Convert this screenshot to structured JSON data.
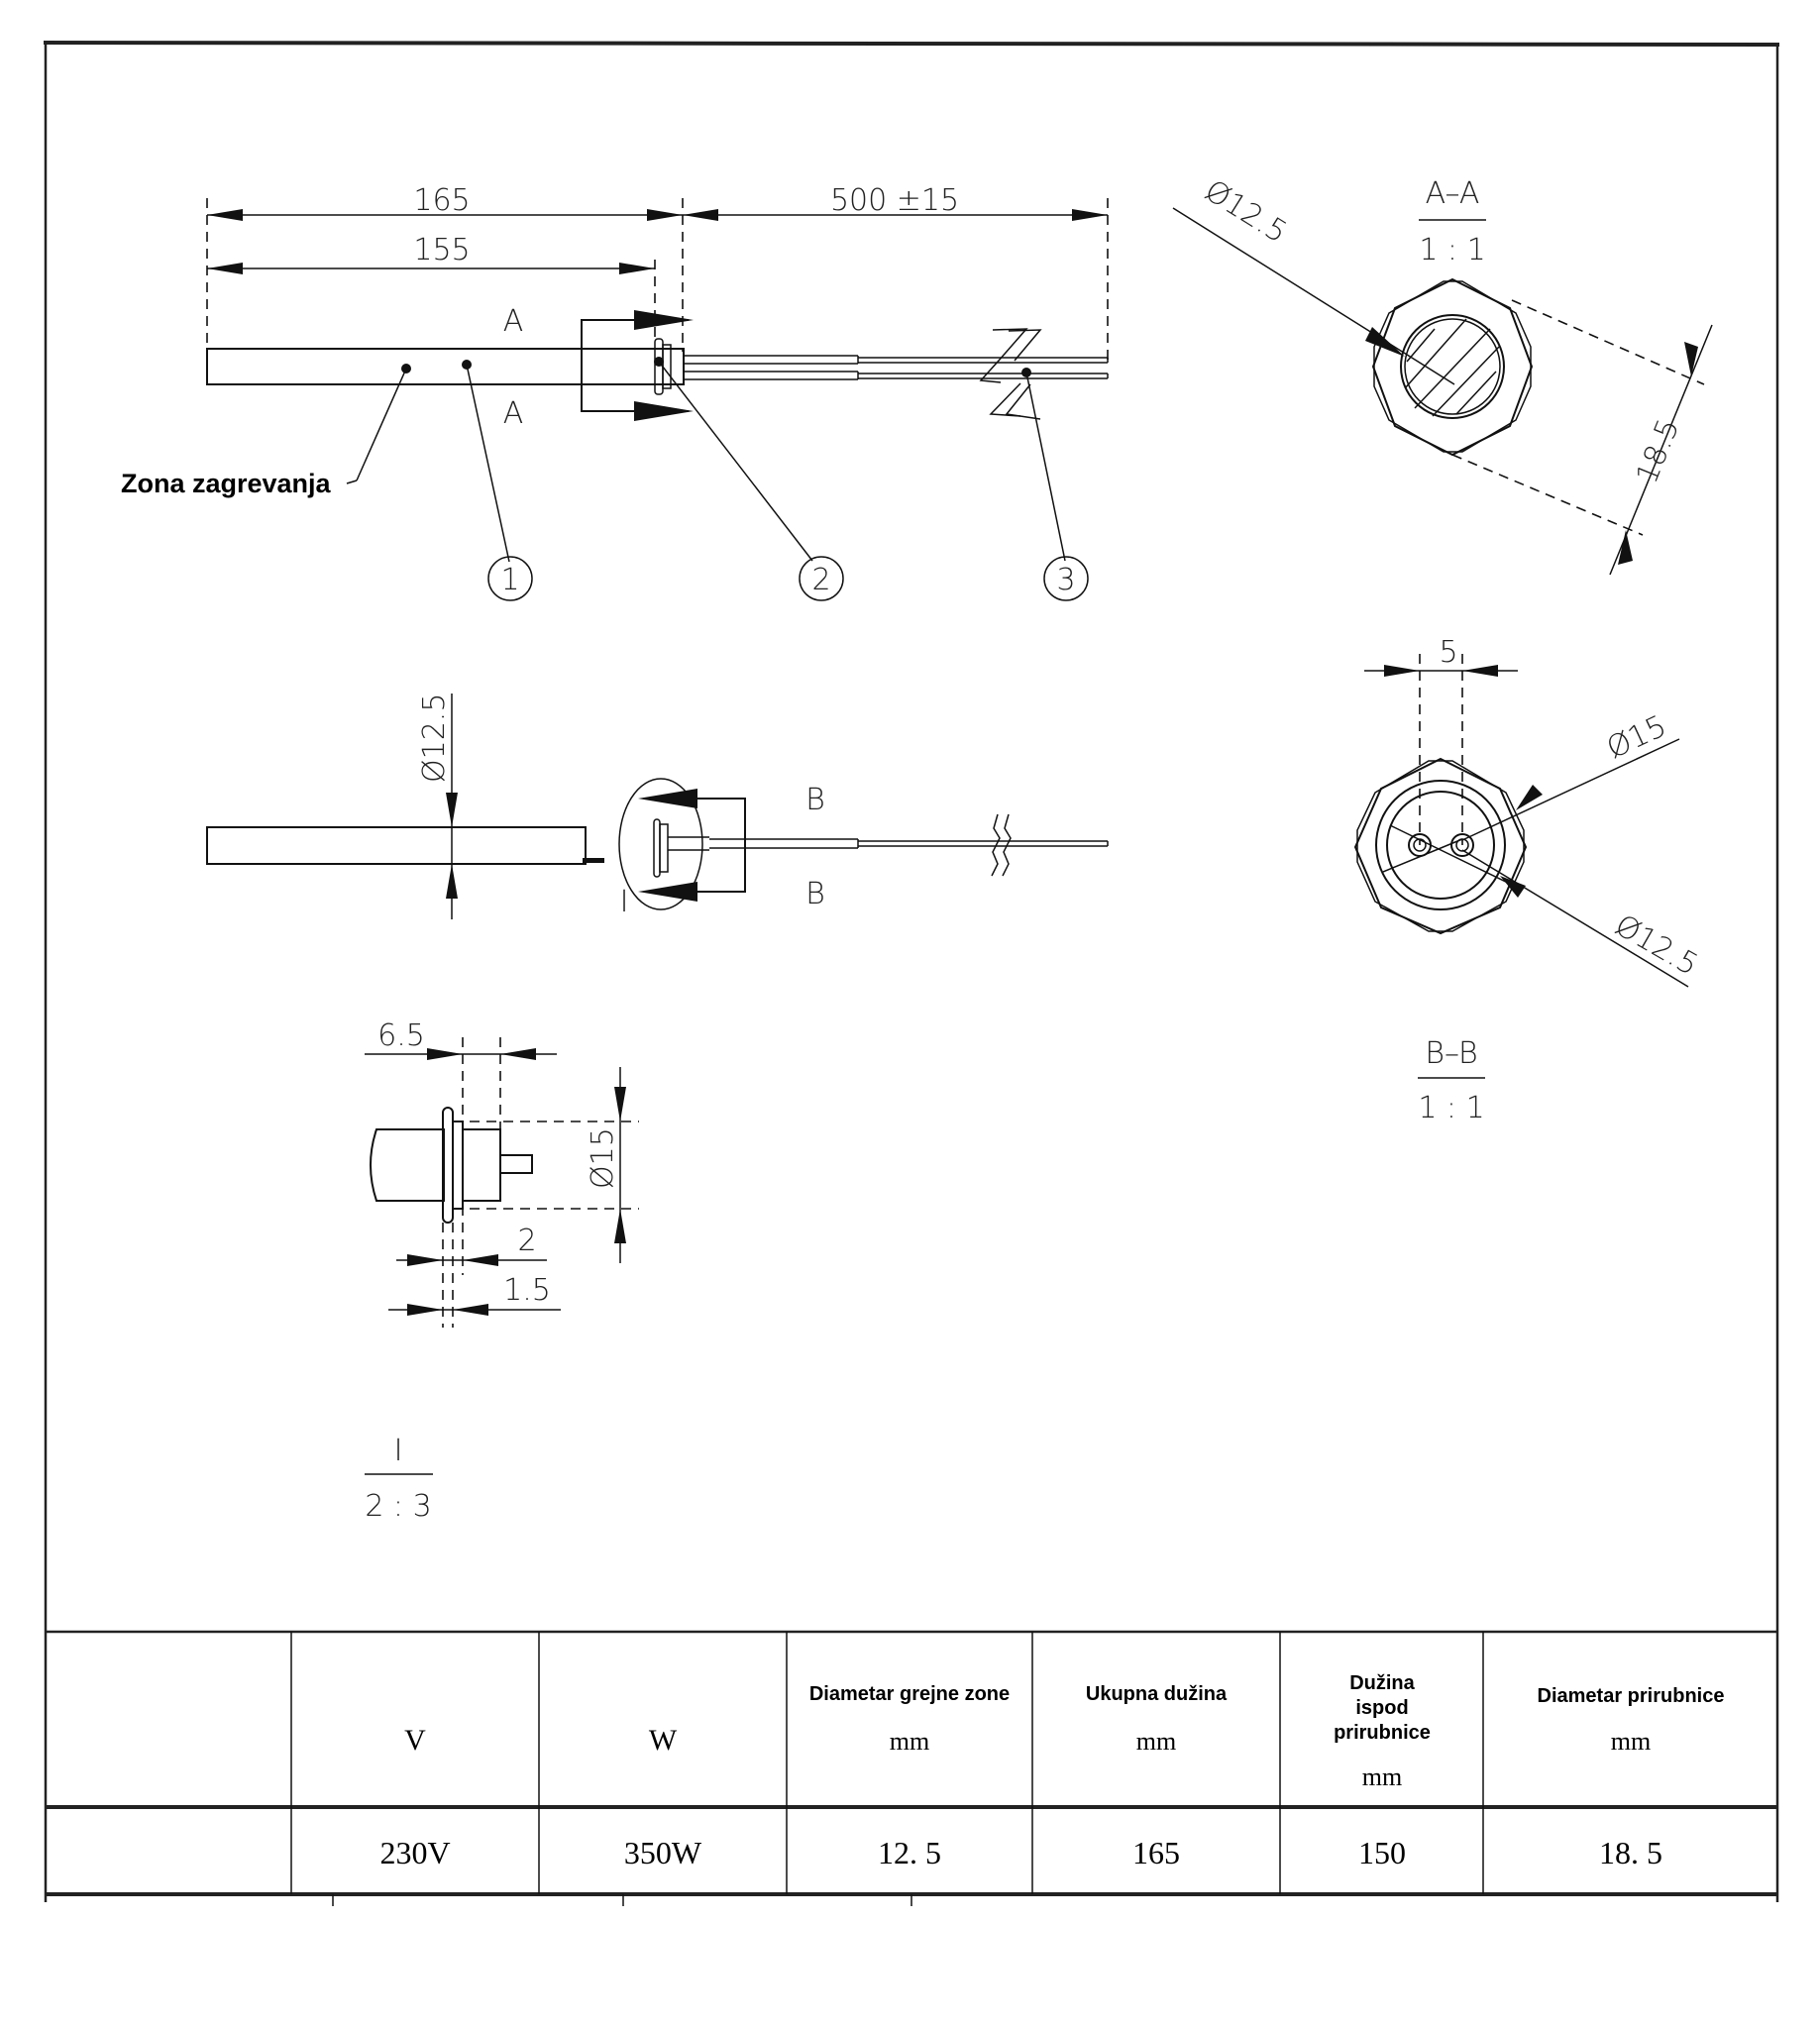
{
  "drawing": {
    "front_view": {
      "dim_total_length": "165",
      "dim_heated_length": "155",
      "dim_cable_length": "500 ±15",
      "section_mark_top": "A",
      "section_mark_bottom": "A",
      "heating_zone_label": "Zona zagrevanja",
      "callouts": [
        "1",
        "2",
        "3"
      ]
    },
    "side_view": {
      "dim_diameter": "Ø12.5",
      "section_mark_top": "B",
      "section_mark_bottom": "B",
      "detail_mark": "I"
    },
    "detail_view": {
      "dim_6_5": "6.5",
      "dim_2": "2",
      "dim_1_5": "1.5",
      "dim_diameter": "Ø15",
      "title": "I",
      "scale": "2 : 3"
    },
    "section_aa": {
      "title": "A–A",
      "scale": "1 : 1",
      "dim_diameter": "Ø12.5",
      "dim_flange": "18.5"
    },
    "section_bb": {
      "title": "B–B",
      "scale": "1 : 1",
      "dim_pitch": "5",
      "dim_outer_diameter": "Ø15",
      "dim_inner_diameter": "Ø12.5"
    }
  },
  "spec_table": {
    "headers": [
      {
        "label": "",
        "unit": ""
      },
      {
        "label": "",
        "unit": "V"
      },
      {
        "label": "",
        "unit": "W"
      },
      {
        "label": "Diametar grejne zone",
        "unit": "mm"
      },
      {
        "label": "Ukupna dužina",
        "unit": "mm"
      },
      {
        "label_lines": [
          "Dužina",
          "ispod",
          "prirubnice"
        ],
        "unit": "mm"
      },
      {
        "label": "Diametar prirubnice",
        "unit": "mm"
      }
    ],
    "row": [
      "",
      "230V",
      "350W",
      "12. 5",
      "165",
      "150",
      "18. 5"
    ]
  }
}
